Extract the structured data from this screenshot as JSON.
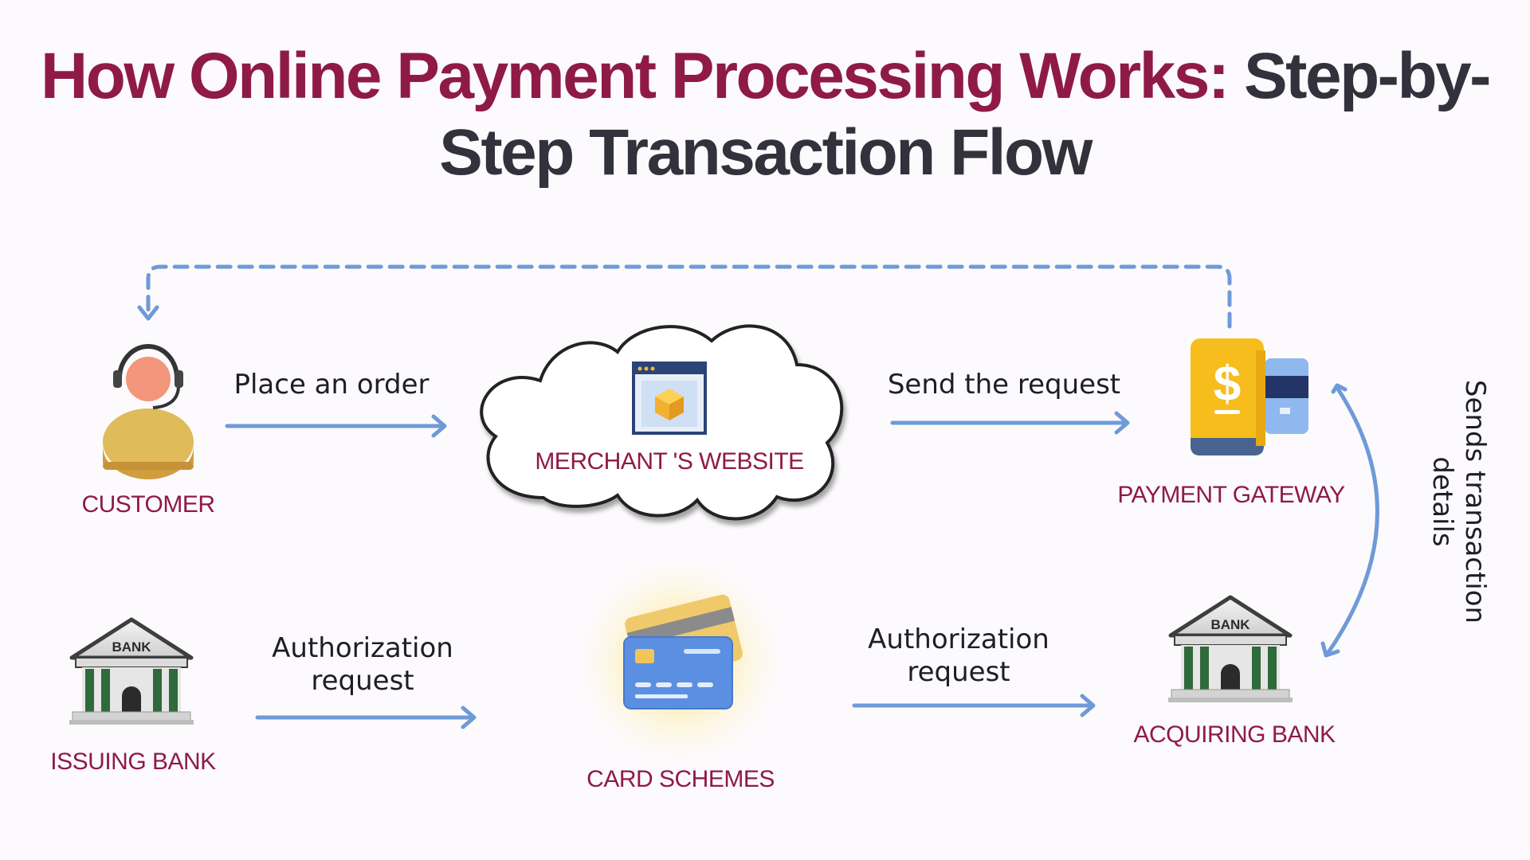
{
  "title": {
    "part1": "How Online Payment Processing Works:",
    "part2": "Step-by-Step Transaction Flow"
  },
  "nodes": {
    "customer": "CUSTOMER",
    "merchant": "MERCHANT 'S  WEBSITE",
    "gateway": "PAYMENT GATEWAY",
    "issuing_bank": "ISSUING BANK",
    "card_schemes": "CARD SCHEMES",
    "acquiring_bank": "ACQUIRING BANK"
  },
  "edges": {
    "place_order": "Place an order",
    "send_request": "Send the request",
    "sends_details_line1": "Sends transaction",
    "sends_details_line2": "details",
    "auth_request_1_line1": "Authorization",
    "auth_request_1_line2": "request",
    "auth_request_2_line1": "Authorization",
    "auth_request_2_line2": "request"
  },
  "bank_sign": "BANK",
  "colors": {
    "accent": "#8f1a47",
    "title_dark": "#32323d",
    "arrow": "#6f9ad8"
  }
}
